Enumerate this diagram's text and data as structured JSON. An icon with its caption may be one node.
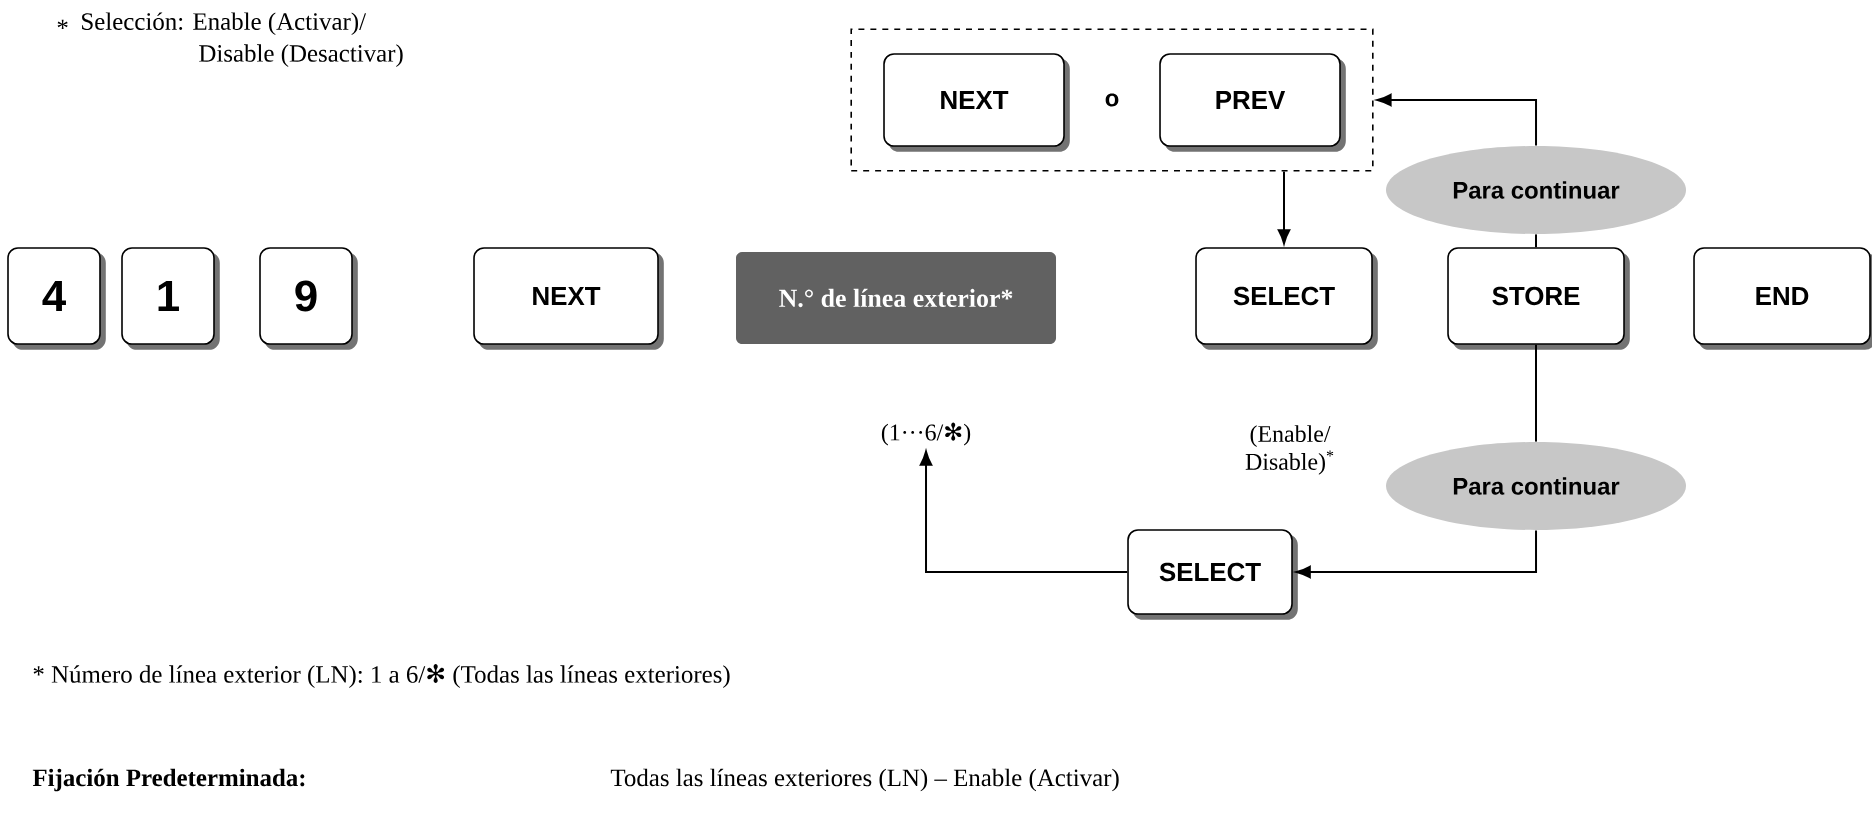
{
  "diagram": {
    "nodes": [
      {
        "text": [
          "o"
        ]
      },
      {
        "text": [
          "NEXT"
        ],
        "in": 0
      },
      {
        "text": [
          "PREV"
        ],
        "in": 0
      },
      {
        "text": [
          "Para continuar"
        ]
      },
      {
        "text": [
          "4"
        ]
      },
      {
        "text": [
          "1"
        ]
      },
      {
        "text": [
          "9"
        ]
      },
      {
        "text": [
          "NEXT"
        ]
      },
      {
        "text": [
          "N.° de línea exterior*"
        ],
        "beside": [
          "(1···6/✻)"
        ]
      },
      {
        "text": [
          "SELECT"
        ],
        "beside": [
          "(Enable/ Disable)$^{*}$"
        ]
      },
      {
        "text": [
          "STORE"
        ]
      },
      {
        "text": [
          "END"
        ]
      },
      {
        "text": [
          "Para continuar"
        ]
      },
      {
        "text": [
          "SELECT"
        ]
      }
    ],
    "edges": [
      {
        "from": 0,
        "to": 9,
        "arrow": "to"
      },
      {
        "from": 10,
        "to": 3,
        "arrow": "none"
      },
      {
        "from": 3,
        "to": 0,
        "arrow": "to"
      },
      {
        "from": 10,
        "to": 12,
        "arrow": "none"
      },
      {
        "from": 12,
        "to": 13,
        "arrow": "to"
      },
      {
        "from": 13,
        "to": 8,
        "arrow": "to"
      }
    ],
    "labels": [
      "*",
      "Selección: Enable (Activar)/ Disable (Desactivar)",
      "* Número de línea exterior (LN): 1 a 6/✻ (Todas las líneas exteriores)",
      "Fijación Predeterminada:",
      "Todas las líneas exteriores (LN) – Enable (Activar)"
    ]
  }
}
